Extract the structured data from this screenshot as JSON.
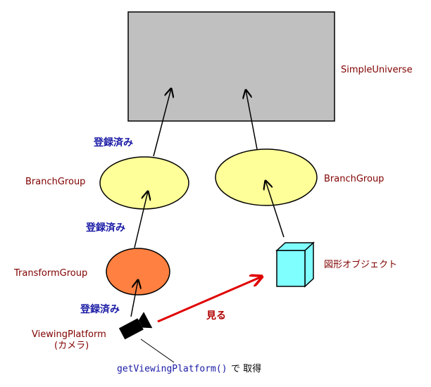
{
  "diagram": {
    "universe_label": "SimpleUniverse",
    "branch_group_left_label": "BranchGroup",
    "branch_group_right_label": "BranchGroup",
    "transform_group_label": "TransformGroup",
    "viewing_platform_label": "ViewingPlatform",
    "camera_sub_label": "(カメラ)",
    "shape_object_label": "図形オブジェクト",
    "registered_label_1": "登録済み",
    "registered_label_2": "登録済み",
    "registered_label_3": "登録済み",
    "look_label": "見る",
    "method_call_label": "getViewingPlatform()",
    "method_suffix_label": "で 取得"
  },
  "colors": {
    "universe_fill": "#c0c0c0",
    "branch_fill": "#ffff99",
    "transform_fill": "#ff8040",
    "cube_fill": "#80ffff",
    "arrow_red": "#e00000",
    "label_maroon": "#800000",
    "label_blue": "#1a1aa6"
  }
}
